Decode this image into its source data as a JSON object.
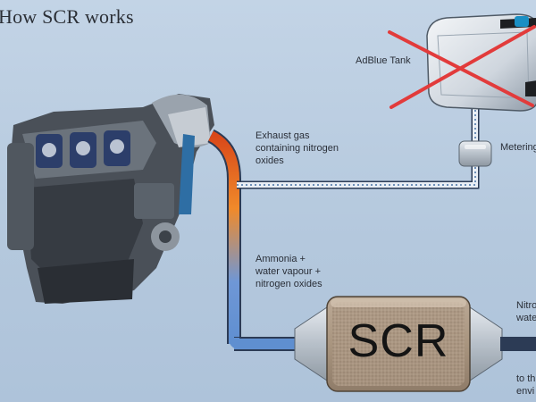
{
  "title": "How SCR works",
  "labels": {
    "adblue_tank": "AdBlue Tank",
    "exhaust": [
      "Exhaust gas",
      "containing nitrogen",
      "oxides"
    ],
    "ammonia": [
      "Ammonia +",
      "water vapour +",
      "nitrogen oxides"
    ],
    "metering": "Metering",
    "scr": "SCR",
    "outlet_top": [
      "Nitro",
      "wate"
    ],
    "outlet_bottom": [
      "to th",
      "envi"
    ]
  },
  "colors": {
    "background": "#b8cce0",
    "pipe_blue": "#5f8fd0",
    "pipe_hot": "#e8641c",
    "cross": "#e23b3b",
    "engine": "#3b414a",
    "scr_body": "#a99683"
  },
  "icons": [
    "engine-illustration",
    "adblue-tank-icon",
    "metering-unit-icon",
    "scr-catalyst-icon",
    "red-cross-icon"
  ]
}
